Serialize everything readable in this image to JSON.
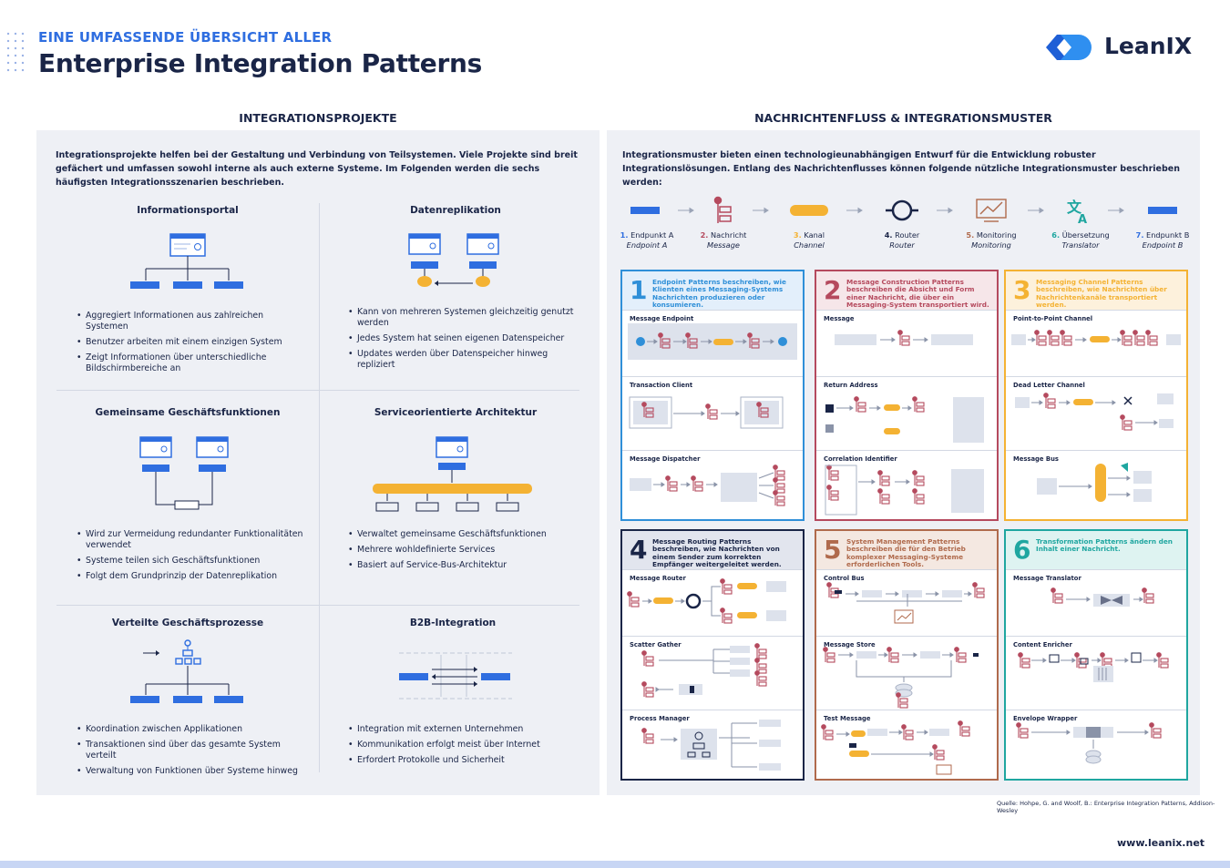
{
  "header": {
    "kicker": "EINE UMFASSENDE ÜBERSICHT ALLER",
    "title": "Enterprise Integration Patterns",
    "logo_text": "LeanIX"
  },
  "left": {
    "section_title": "INTEGRATIONSPROJEKTE",
    "intro": "Integrationsprojekte helfen bei der Gestaltung und Verbindung von Teilsystemen. Viele Projekte sind breit gefächert und umfassen sowohl interne als auch externe Systeme. Im Folgenden werden die sechs häufigsten Integrationsszenarien beschrieben.",
    "cells": [
      {
        "title": "Informationsportal",
        "bullets": [
          "Aggregiert Informationen aus zahlreichen Systemen",
          "Benutzer arbeiten mit einem einzigen System",
          "Zeigt Informationen über unterschiedliche Bildschirmbereiche an"
        ]
      },
      {
        "title": "Datenreplikation",
        "bullets": [
          "Kann von mehreren Systemen gleichzeitig genutzt werden",
          "Jedes System hat seinen eigenen Datenspeicher",
          "Updates werden über Datenspeicher hinweg repliziert"
        ]
      },
      {
        "title": "Gemeinsame Geschäftsfunktionen",
        "bullets": [
          "Wird zur Vermeidung redundanter Funktionalitäten verwendet",
          "Systeme teilen sich Geschäftsfunktionen",
          "Folgt dem Grundprinzip der Datenreplikation"
        ]
      },
      {
        "title": "Serviceorientierte Architektur",
        "bullets": [
          "Verwaltet gemeinsame Geschäftsfunktionen",
          "Mehrere wohldefinierte Services",
          "Basiert auf Service-Bus-Architektur"
        ]
      },
      {
        "title": "Verteilte Geschäftsprozesse",
        "bullets": [
          "Koordination zwischen Applikationen",
          "Transaktionen sind über das gesamte System verteilt",
          "Verwaltung von Funktionen über Systeme hinweg"
        ]
      },
      {
        "title": "B2B-Integration",
        "bullets": [
          "Integration mit externen Unternehmen",
          "Kommunikation erfolgt meist über Internet",
          "Erfordert Protokolle und Sicherheit"
        ]
      }
    ]
  },
  "right": {
    "section_title": "NACHRICHTENFLUSS & INTEGRATIONSMUSTER",
    "intro": "Integrationsmuster bieten einen technologieunabhängigen Entwurf für die Entwicklung robuster Integrationslösungen. Entlang des Nachrichtenflusses können folgende nützliche Integrationsmuster beschrieben werden:",
    "flow": [
      {
        "num": "1.",
        "de": "Endpunkt A",
        "en": "Endpoint A"
      },
      {
        "num": "2.",
        "de": "Nachricht",
        "en": "Message"
      },
      {
        "num": "3.",
        "de": "Kanal",
        "en": "Channel"
      },
      {
        "num": "4.",
        "de": "Router",
        "en": "Router"
      },
      {
        "num": "5.",
        "de": "Monitoring",
        "en": "Monitoring"
      },
      {
        "num": "6.",
        "de": "Übersetzung",
        "en": "Translator"
      },
      {
        "num": "7.",
        "de": "Endpunkt B",
        "en": "Endpoint B"
      }
    ],
    "boxes": [
      {
        "num": "1",
        "color": "#2f8fd8",
        "head_bg": "#e3effb",
        "desc": "Endpoint Patterns beschreiben, wie Klienten eines Messaging-Systems Nachrichten produzieren oder konsumieren.",
        "subs": [
          "Message Endpoint",
          "Transaction Client",
          "Message Dispatcher"
        ]
      },
      {
        "num": "2",
        "color": "#b54a5e",
        "head_bg": "#f6e6e9",
        "desc": "Message Construction Patterns beschreiben die Absicht und Form einer Nachricht, die über ein Messaging-System transportiert wird.",
        "subs": [
          "Message",
          "Return Address",
          "Correlation Identifier"
        ]
      },
      {
        "num": "3",
        "color": "#f4b233",
        "head_bg": "#fdf1dc",
        "desc": "Messaging Channel Patterns beschreiben, wie Nachrichten über Nachrichtenkanäle transportiert werden.",
        "subs": [
          "Point-to-Point Channel",
          "Dead Letter Channel",
          "Message Bus"
        ]
      },
      {
        "num": "4",
        "color": "#1a2547",
        "head_bg": "#e2e5ee",
        "desc": "Message Routing Patterns beschreiben, wie Nachrichten von einem Sender zum korrekten Empfänger weitergeleitet werden.",
        "subs": [
          "Message Router",
          "Scatter Gather",
          "Process Manager"
        ]
      },
      {
        "num": "5",
        "color": "#b06a4c",
        "head_bg": "#f4e8e1",
        "desc": "System Management Patterns beschreiben die für den Betrieb komplexer Messaging-Systeme erforderlichen Tools.",
        "subs": [
          "Control Bus",
          "Message Store",
          "Test Message"
        ]
      },
      {
        "num": "6",
        "color": "#1fa6a0",
        "head_bg": "#def3f1",
        "desc": "Transformation Patterns ändern den Inhalt einer Nachricht.",
        "subs": [
          "Message Translator",
          "Content Enricher",
          "Envelope Wrapper"
        ]
      }
    ]
  },
  "footer": {
    "source": "Quelle: Hohpe, G. and Woolf, B.: Enterprise Integration Patterns, Addison-Wesley",
    "url": "www.leanix.net"
  },
  "colors": {
    "blue": "#2f6ee0",
    "navy": "#1a2547",
    "yellow": "#f4b233",
    "red": "#b54a5e",
    "teal": "#1fa6a0",
    "panel": "#eef0f5"
  }
}
